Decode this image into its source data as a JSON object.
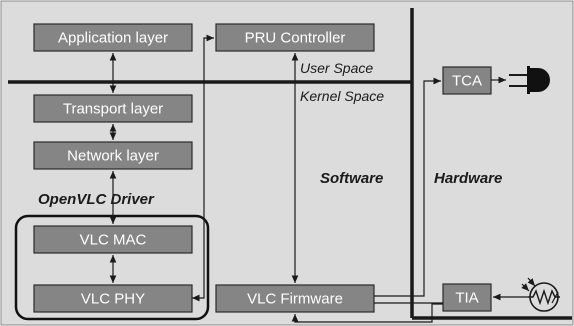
{
  "boxes": {
    "application_layer": "Application layer",
    "pru_controller": "PRU Controller",
    "transport_layer": "Transport layer",
    "network_layer": "Network layer",
    "vlc_mac": "VLC MAC",
    "vlc_phy": "VLC PHY",
    "vlc_firmware": "VLC Firmware",
    "tca": "TCA",
    "tia": "TIA"
  },
  "labels": {
    "user_space": "User Space",
    "kernel_space": "Kernel Space",
    "openvlc_driver": "OpenVLC Driver",
    "software": "Software",
    "hardware": "Hardware"
  },
  "icons": {
    "transmitter": "led-icon",
    "receiver": "photodiode-icon"
  },
  "colors": {
    "background": "#dcdcdc",
    "box_fill": "#858585",
    "box_text": "#ffffff",
    "line": "#1a1a1a"
  }
}
